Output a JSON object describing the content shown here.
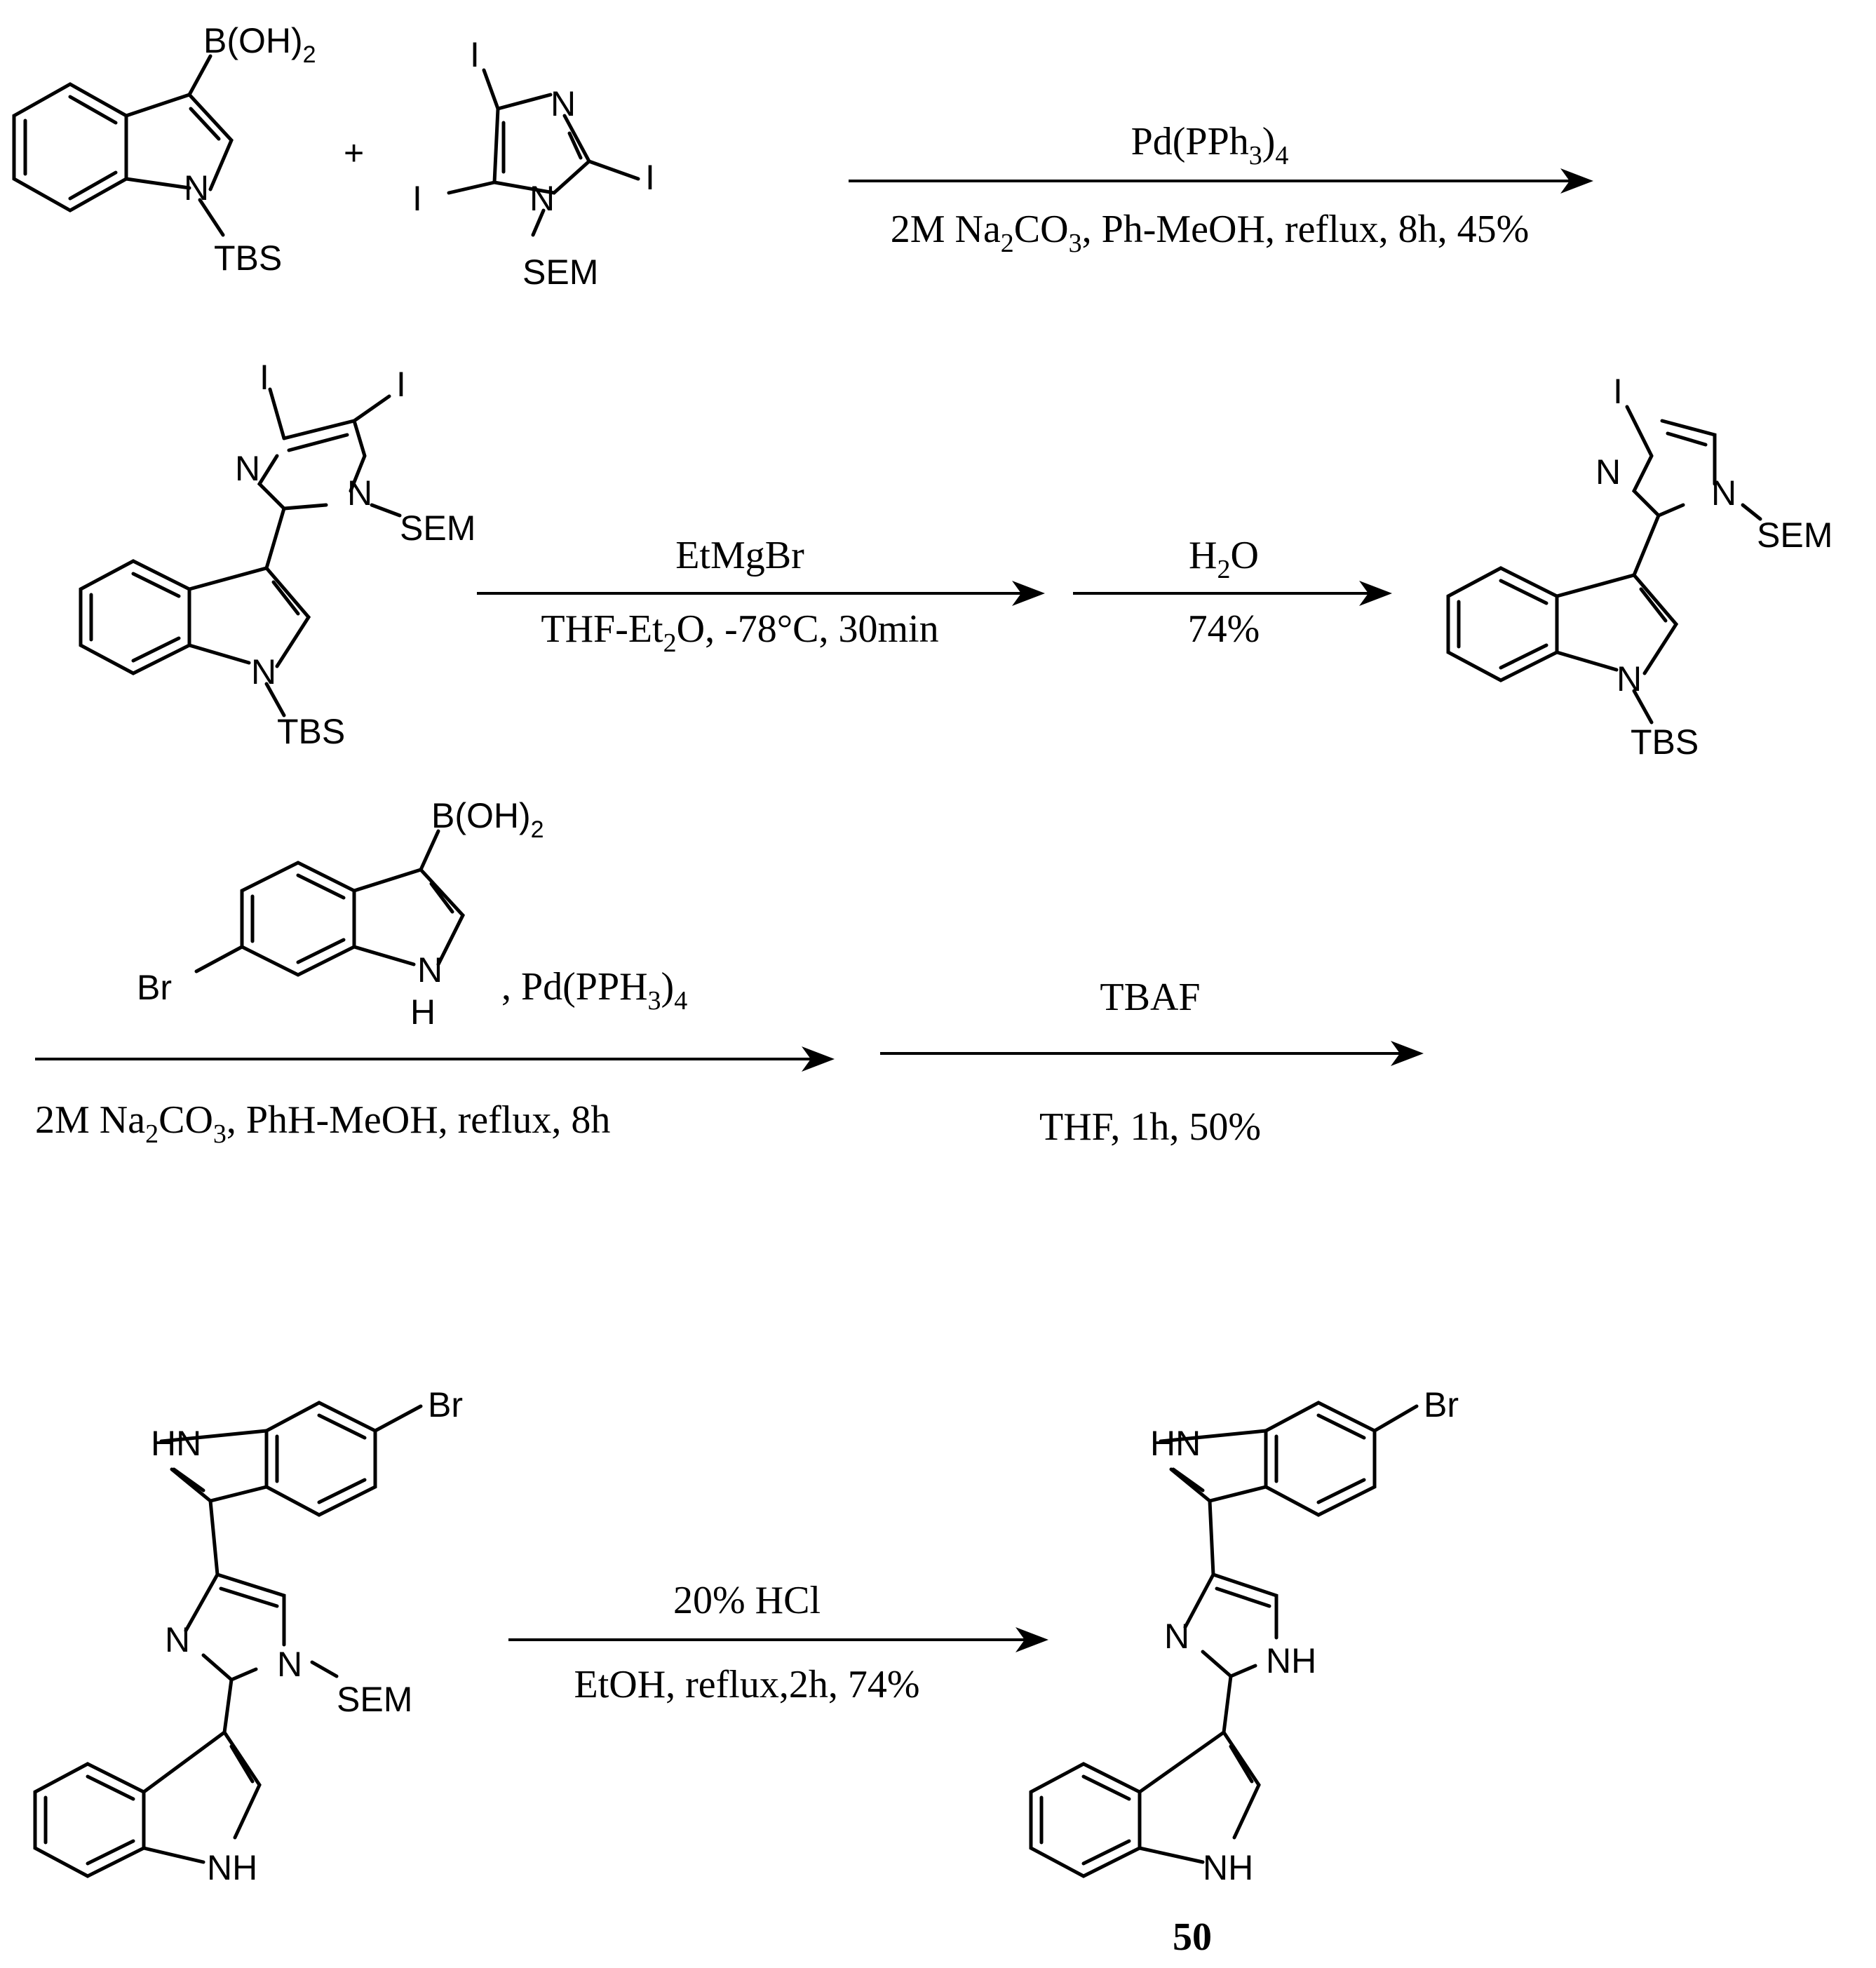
{
  "structures": {
    "indole_boronic_tbs": {
      "boron": "B(OH)",
      "boron_sub": "2",
      "n": "N",
      "tbs": "TBS"
    },
    "plus": "+",
    "triiodoimidazole": {
      "i_top": "I",
      "i_left": "I",
      "i_right": "I",
      "n_ring": "N",
      "n_sem": "N",
      "sem": "SEM"
    },
    "diiodo_product": {
      "i1": "I",
      "i2": "I",
      "n_ring": "N",
      "n_sem": "N",
      "sem": "SEM",
      "n_indole": "N",
      "tbs": "TBS"
    },
    "monoiodo_product": {
      "i1": "I",
      "n_ring": "N",
      "n_sem": "N",
      "sem": "SEM",
      "n_indole": "N",
      "tbs": "TBS"
    },
    "bromoindole_boronic": {
      "boron": "B(OH)",
      "boron_sub": "2",
      "br": "Br",
      "n": "N",
      "h": "H"
    },
    "sem_protected": {
      "hn": "HN",
      "br": "Br",
      "n_ring": "N",
      "n_sem": "N",
      "sem": "SEM",
      "nh": "NH"
    },
    "final": {
      "hn": "HN",
      "br": "Br",
      "n_ring": "N",
      "nh_ring": "NH",
      "nh": "NH",
      "label": "50"
    }
  },
  "reactions": {
    "step1": {
      "above": [
        {
          "t": "Pd(PPh"
        },
        {
          "t": "3",
          "sub": true
        },
        {
          "t": ")"
        },
        {
          "t": "4",
          "sub": true
        }
      ],
      "below": [
        {
          "t": "2M Na"
        },
        {
          "t": "2",
          "sub": true
        },
        {
          "t": "CO"
        },
        {
          "t": "3",
          "sub": true
        },
        {
          "t": ", Ph-MeOH, reflux, 8h, 45%"
        }
      ]
    },
    "step2a": {
      "above": [
        {
          "t": "EtMgBr"
        }
      ],
      "below": [
        {
          "t": "THF-Et"
        },
        {
          "t": "2",
          "sub": true
        },
        {
          "t": "O, -78°C, 30min"
        }
      ]
    },
    "step2b": {
      "above": [
        {
          "t": "H"
        },
        {
          "t": "2",
          "sub": true
        },
        {
          "t": "O"
        }
      ],
      "below": [
        {
          "t": "74%"
        }
      ]
    },
    "step3": {
      "reagent": [
        {
          "t": ", Pd(PPH"
        },
        {
          "t": "3",
          "sub": true
        },
        {
          "t": ")"
        },
        {
          "t": "4",
          "sub": true
        }
      ],
      "below": [
        {
          "t": "2M Na"
        },
        {
          "t": "2",
          "sub": true
        },
        {
          "t": "CO"
        },
        {
          "t": "3",
          "sub": true
        },
        {
          "t": ", PhH-MeOH, reflux, 8h"
        }
      ]
    },
    "step4": {
      "above": [
        {
          "t": "TBAF"
        }
      ],
      "below": [
        {
          "t": "THF, 1h, 50%"
        }
      ]
    },
    "step5": {
      "above": [
        {
          "t": "20% HCl"
        }
      ],
      "below": [
        {
          "t": "EtOH, reflux,2h, 74%"
        }
      ]
    }
  }
}
